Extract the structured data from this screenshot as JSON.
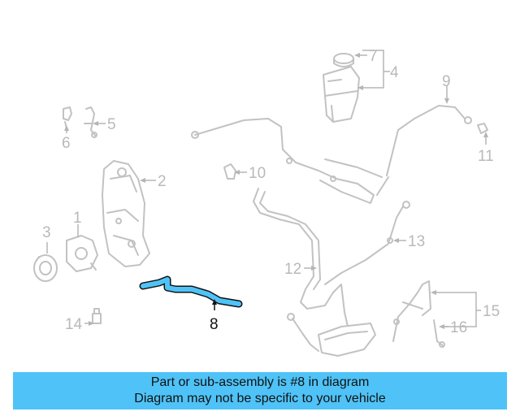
{
  "banner": {
    "line1": "Part or sub-assembly is #8 in diagram",
    "line2": "Diagram may not be specific to your vehicle"
  },
  "highlight_color": "#4fc3f7",
  "highlighted_part": "8",
  "callouts": {
    "c1": "1",
    "c2": "2",
    "c3": "3",
    "c4": "4",
    "c5": "5",
    "c6": "6",
    "c7": "7",
    "c8": "8",
    "c9": "9",
    "c10": "10",
    "c11": "11",
    "c12": "12",
    "c13": "13",
    "c14": "14",
    "c15": "15",
    "c16": "16"
  }
}
